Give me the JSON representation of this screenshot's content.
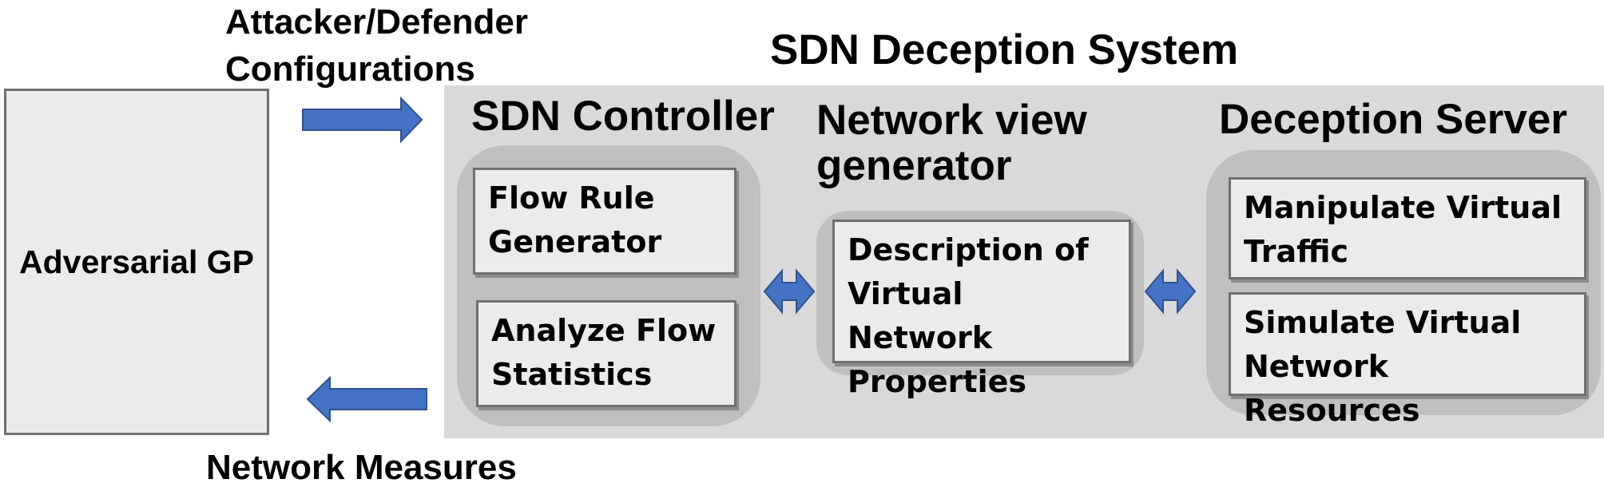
{
  "labels": {
    "config": "Attacker/Defender\nConfigurations",
    "system_title": "SDN Deception System",
    "measures": "Network Measures"
  },
  "adversarial": {
    "label": "Adversarial GP"
  },
  "controller": {
    "title": "SDN Controller",
    "boxes": [
      "Flow Rule\nGenerator",
      "Analyze Flow\nStatistics"
    ]
  },
  "network_view": {
    "title": "Network view\ngenerator",
    "box": "Description of\nVirtual Network\nProperties"
  },
  "deception_server": {
    "title": "Deception Server",
    "boxes": [
      "Manipulate Virtual\nTraffic",
      "Simulate Virtual\nNetwork Resources"
    ]
  },
  "colors": {
    "arrow": "#4472c4",
    "panel": "#d9d9d9",
    "group": "#bfbfbf",
    "box": "#ebebeb"
  }
}
